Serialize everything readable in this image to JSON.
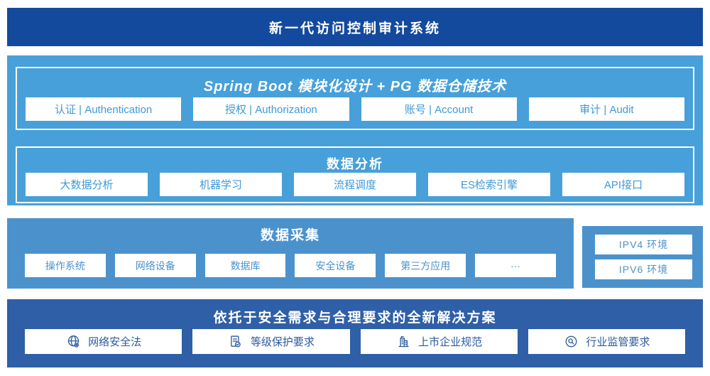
{
  "banner": {
    "title": "新一代访问控制审计系统"
  },
  "platform": {
    "spring": {
      "title": "Spring Boot 模块化设计 + PG 数据仓储技术",
      "items": [
        "认证 | Authentication",
        "授权 | Authorization",
        "账号 | Account",
        "审计 | Audit"
      ]
    },
    "analysis": {
      "title": "数据分析",
      "items": [
        "大数据分析",
        "机器学习",
        "流程调度",
        "ES检索引擎",
        "API接口"
      ]
    }
  },
  "collection": {
    "title": "数据采集",
    "items": [
      "操作系统",
      "网络设备",
      "数据库",
      "安全设备",
      "第三方应用",
      "···"
    ],
    "env_items": [
      "IPV4 环境",
      "IPV6 环境"
    ]
  },
  "solution": {
    "title": "依托于安全需求与合理要求的全新解决方案",
    "items": [
      {
        "icon": "globe-icon",
        "label": "网络安全法"
      },
      {
        "icon": "doc-check-icon",
        "label": "等级保护要求"
      },
      {
        "icon": "building-icon",
        "label": "上市企业规范"
      },
      {
        "icon": "badge-search-icon",
        "label": "行业监管要求"
      }
    ]
  },
  "colors": {
    "banner_bg": "#134a9d",
    "platform_bg": "#47a0d9",
    "collection_bg": "#4b92cd",
    "solution_bg": "#2f5fa7",
    "cell_text_light": "#3e9ad7",
    "cell_text_dark": "#2d5a9e",
    "cell_bg": "#ffffff"
  }
}
